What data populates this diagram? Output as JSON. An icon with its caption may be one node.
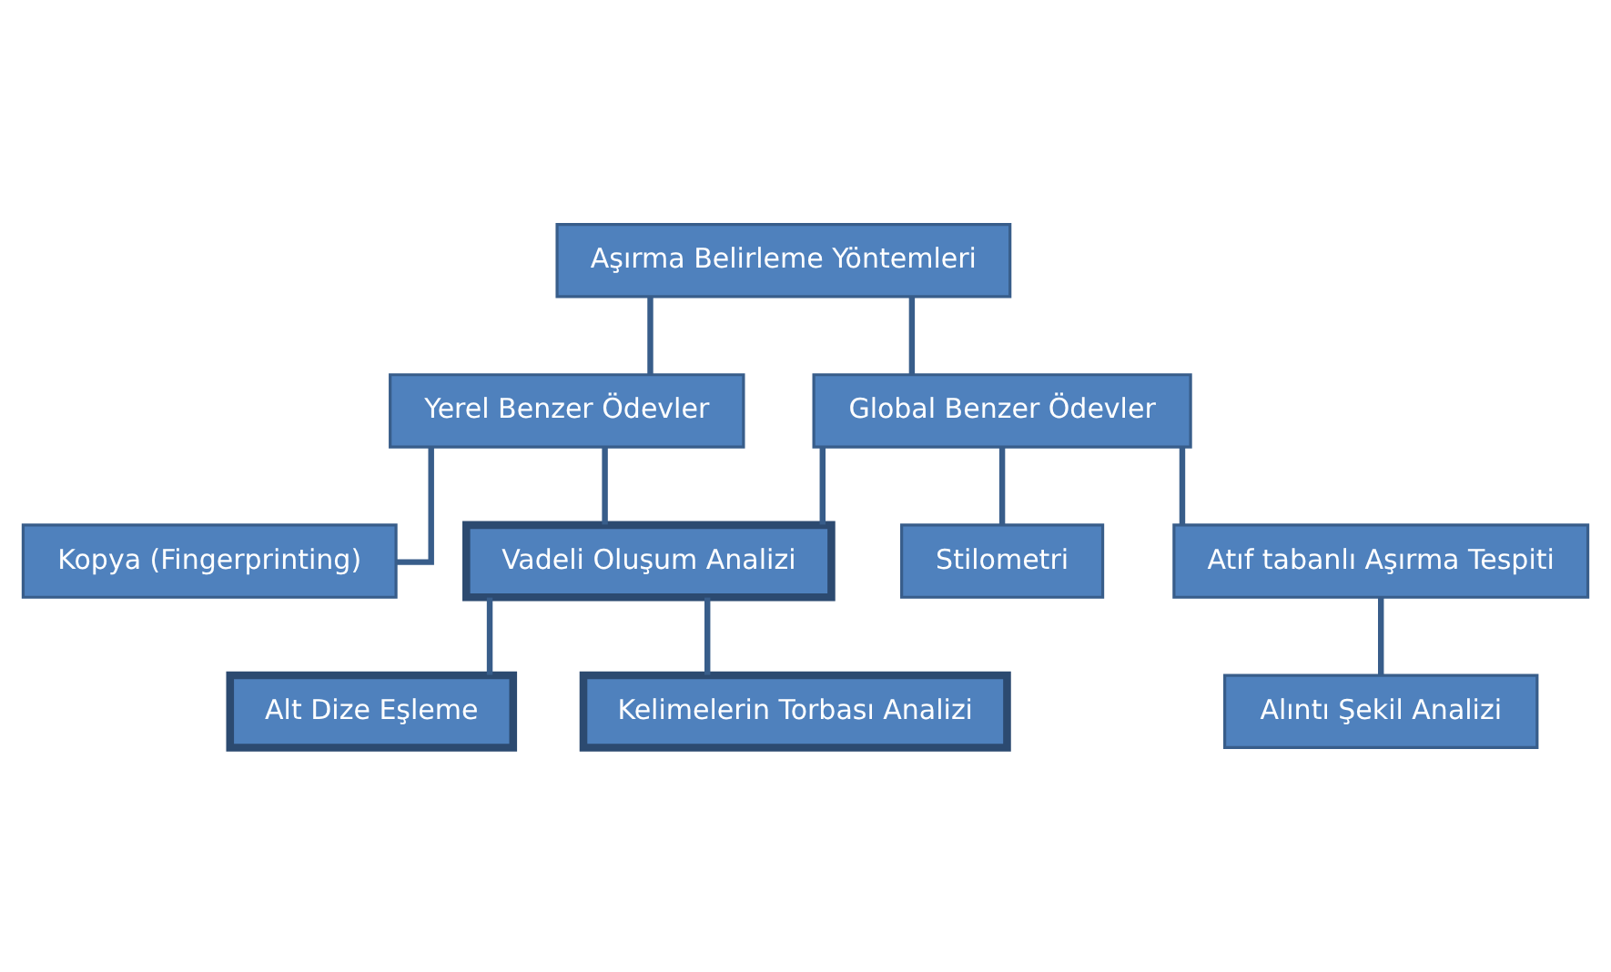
{
  "diagram": {
    "nodes": [
      {
        "text": [
          "Aşırma Belirleme Yöntemleri"
        ]
      },
      {
        "text": [
          "Yerel Benzer Ödevler"
        ]
      },
      {
        "text": [
          "Global Benzer Ödevler"
        ]
      },
      {
        "text": [
          "Kopya (Fingerprinting)"
        ]
      },
      {
        "text": [
          "Stilometri"
        ]
      },
      {
        "text": [
          "Atıf tabanlı Aşırma Tespiti"
        ]
      },
      {
        "text": [
          "Vadeli Oluşum Analizi"
        ]
      },
      {
        "text": [
          "Alıntı Şekil Analizi"
        ]
      },
      {
        "text": [
          "Alt Dize Eşleme"
        ]
      },
      {
        "text": [
          "Kelimelerin Torbası Analizi"
        ]
      }
    ],
    "edges": [
      {
        "from": 0,
        "to": 1,
        "arrow": "none"
      },
      {
        "from": 0,
        "to": 2,
        "arrow": "none"
      },
      {
        "from": 1,
        "to": 3,
        "arrow": "none"
      },
      {
        "from": 1,
        "to": 6,
        "arrow": "none"
      },
      {
        "from": 2,
        "to": 6,
        "arrow": "none"
      },
      {
        "from": 2,
        "to": 4,
        "arrow": "none"
      },
      {
        "from": 2,
        "to": 5,
        "arrow": "none"
      },
      {
        "from": 5,
        "to": 7,
        "arrow": "none"
      },
      {
        "from": 6,
        "to": 8,
        "arrow": "none"
      },
      {
        "from": 6,
        "to": 9,
        "arrow": "none"
      }
    ]
  }
}
